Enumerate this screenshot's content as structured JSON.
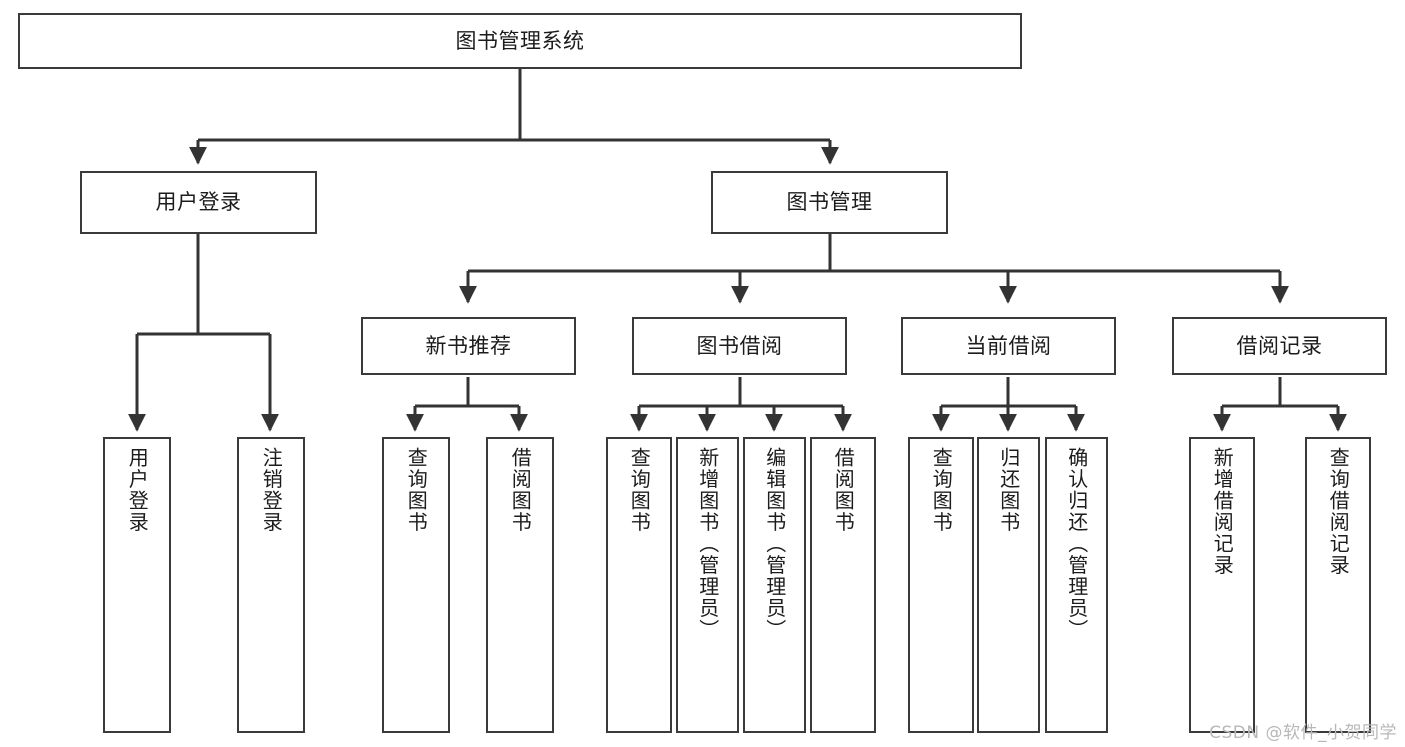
{
  "diagram": {
    "title": "图书管理系统",
    "watermark": "CSDN @软件_小贺同学",
    "colors": {
      "border": "#3a3a3a",
      "text": "#1c1c1c",
      "edge": "#333333",
      "background": "#ffffff",
      "watermark": "#b8b8b8"
    },
    "nodes": {
      "root": {
        "label": "图书管理系统",
        "level": 1,
        "orientation": "horizontal"
      },
      "user_login": {
        "label": "用户登录",
        "level": 2,
        "orientation": "horizontal"
      },
      "book_manage": {
        "label": "图书管理",
        "level": 2,
        "orientation": "horizontal"
      },
      "new_book_rec": {
        "label": "新书推荐",
        "level": 3,
        "orientation": "horizontal"
      },
      "book_borrow": {
        "label": "图书借阅",
        "level": 3,
        "orientation": "horizontal"
      },
      "current_borrow": {
        "label": "当前借阅",
        "level": 3,
        "orientation": "horizontal"
      },
      "borrow_record": {
        "label": "借阅记录",
        "level": 3,
        "orientation": "horizontal"
      },
      "leaf_user_login": {
        "label": "用户登录",
        "level": 4,
        "orientation": "vertical"
      },
      "leaf_logout": {
        "label": "注销登录",
        "level": 4,
        "orientation": "vertical"
      },
      "leaf_query_book_1": {
        "label": "查询图书",
        "level": 4,
        "orientation": "vertical"
      },
      "leaf_borrow_book_1": {
        "label": "借阅图书",
        "level": 4,
        "orientation": "vertical"
      },
      "leaf_query_book_2": {
        "label": "查询图书",
        "level": 4,
        "orientation": "vertical"
      },
      "leaf_add_book": {
        "label": "新增图书（管理员）",
        "level": 4,
        "orientation": "vertical"
      },
      "leaf_edit_book": {
        "label": "编辑图书（管理员）",
        "level": 4,
        "orientation": "vertical"
      },
      "leaf_borrow_book_2": {
        "label": "借阅图书",
        "level": 4,
        "orientation": "vertical"
      },
      "leaf_query_book_3": {
        "label": "查询图书",
        "level": 4,
        "orientation": "vertical"
      },
      "leaf_return_book": {
        "label": "归还图书",
        "level": 4,
        "orientation": "vertical"
      },
      "leaf_confirm_return": {
        "label": "确认归还（管理员）",
        "level": 4,
        "orientation": "vertical"
      },
      "leaf_add_record": {
        "label": "新增借阅记录",
        "level": 4,
        "orientation": "vertical"
      },
      "leaf_query_record": {
        "label": "查询借阅记录",
        "level": 4,
        "orientation": "vertical"
      }
    }
  }
}
